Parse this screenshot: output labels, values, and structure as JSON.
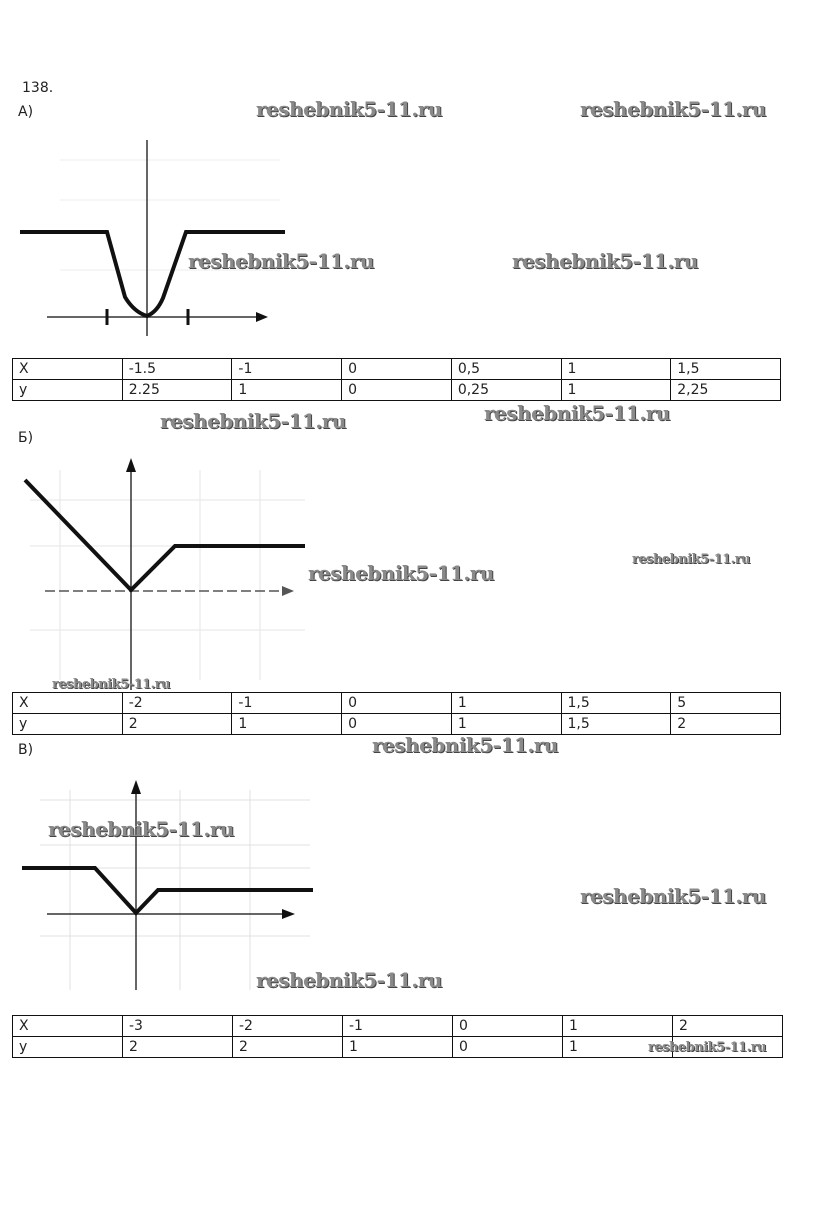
{
  "problem_number": "138.",
  "parts": [
    {
      "label": "А)",
      "table": {
        "x": [
          "X",
          "-1.5",
          "-1",
          "0",
          "0,5",
          "1",
          "1,5"
        ],
        "y": [
          "y",
          "2.25",
          "1",
          "0",
          "0,25",
          "1",
          "2,25"
        ]
      }
    },
    {
      "label": "Б)",
      "table": {
        "x": [
          "X",
          "-2",
          "-1",
          "0",
          "1",
          "1,5",
          "5"
        ],
        "y": [
          "y",
          "2",
          "1",
          "0",
          "1",
          "1,5",
          "2"
        ]
      }
    },
    {
      "label": "В)",
      "table": {
        "x": [
          "X",
          "-3",
          "-2",
          "-1",
          "0",
          "1",
          "2"
        ],
        "y": [
          "y",
          "2",
          "2",
          "1",
          "0",
          "1",
          ""
        ]
      }
    }
  ],
  "watermark": "reshebnik5-11.ru"
}
